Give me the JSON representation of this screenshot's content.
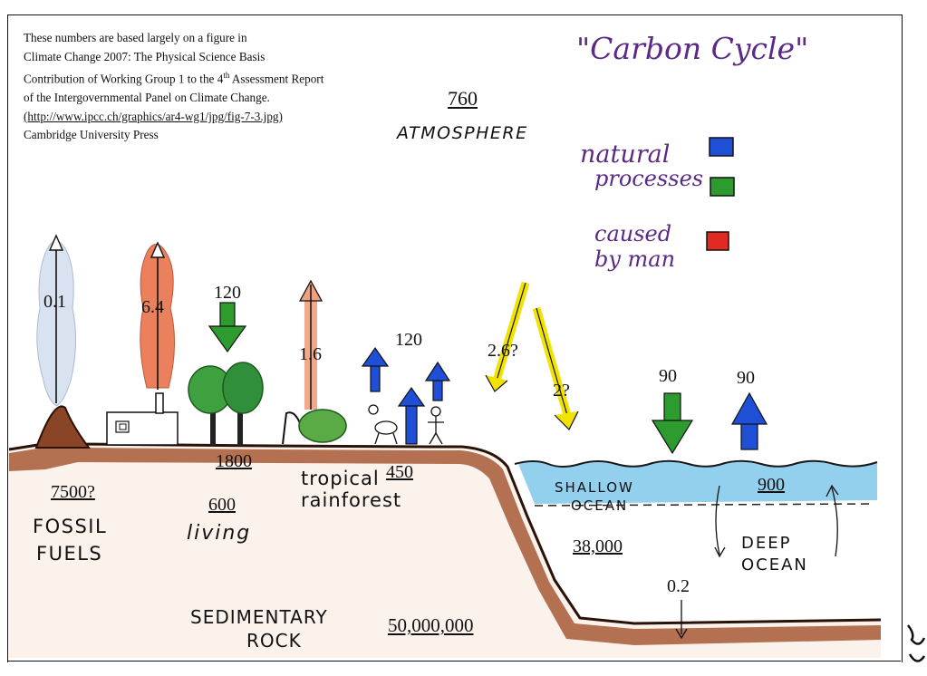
{
  "caption": {
    "line1": "These numbers are based largely on a figure in",
    "line2": "Climate Change 2007: The Physical Science Basis",
    "line3_pre": "Contribution of Working Group 1 to the 4",
    "line3_sup": "th",
    "line3_post": " Assessment Report",
    "line4": "of the Intergovernmental Panel on Climate Change.",
    "line5": "(http://www.ipcc.ch/graphics/ar4-wg1/jpg/fig-7-3.jpg)",
    "line6": "Cambridge University Press"
  },
  "title": "\"Carbon Cycle\"",
  "legend": {
    "natural_line1": "natural",
    "natural_line2": "processes",
    "man_line1": "caused",
    "man_line2": "by man",
    "colors": {
      "natural_blue": "#1f4fd6",
      "natural_green": "#2e9b2e",
      "man_red": "#e02a22"
    }
  },
  "reservoirs": {
    "atmosphere_value": "760",
    "atmosphere_label": "ATMOSPHERE",
    "fossil_value": "7500?",
    "fossil_label1": "FOSSIL",
    "fossil_label2": "FUELS",
    "land_value": "1800",
    "living_value": "600",
    "living_label": "living",
    "rainforest_label1": "tropical",
    "rainforest_label2": "rainforest",
    "rainforest_value": "450",
    "shallow_label1": "SHALLOW",
    "shallow_label2": "OCEAN",
    "shallow_value": "900",
    "deep_value": "38,000",
    "deep_label1": "DEEP",
    "deep_label2": "OCEAN",
    "sediment_label1": "SEDIMENTARY",
    "sediment_label2": "ROCK",
    "sediment_value": "50,000,000"
  },
  "fluxes": {
    "volcano": "0.1",
    "factory": "6.4",
    "photosynthesis": "120",
    "deforestation": "1.6",
    "respiration": "120",
    "ocean_uptake_a": "2.6?",
    "ocean_uptake_b": "2?",
    "ocean_in": "90",
    "ocean_out": "90",
    "burial": "0.2"
  },
  "colors": {
    "soil": "#7a3d22",
    "soil_light": "#b86a45",
    "water": "#5cb8e6",
    "smoke_red": "#e0502a",
    "flux_yellow": "#f2e200",
    "tree_green": "#3a9a3a"
  }
}
